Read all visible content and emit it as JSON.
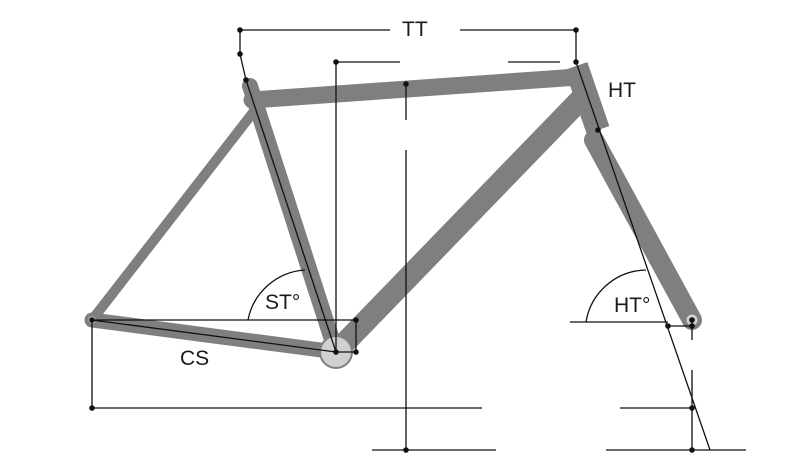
{
  "labels": {
    "top_tube": "TT",
    "head_tube": "HT",
    "seat_angle": "ST°",
    "head_angle": "HT°",
    "chainstay": "CS"
  },
  "colors": {
    "tube": "#7e7f7e",
    "line": "#111111",
    "text": "#1a1a1a",
    "background": "#ffffff"
  }
}
